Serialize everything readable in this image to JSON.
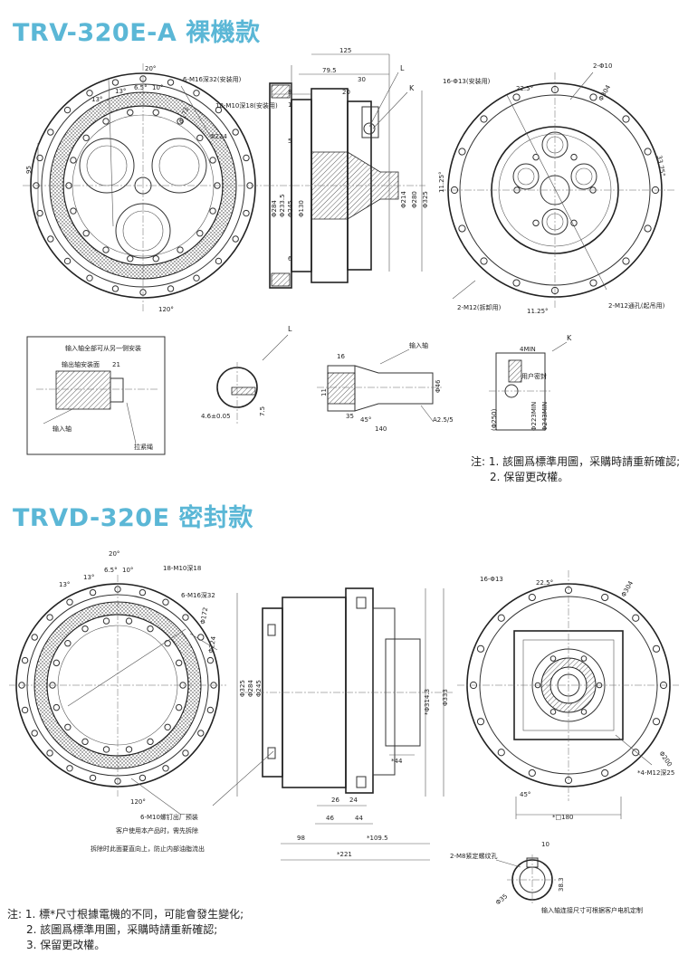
{
  "titles": {
    "section1": "TRV-320E-A 裸機款",
    "section2": "TRVD-320E 密封款"
  },
  "notes1": {
    "prefix": "注:",
    "items": [
      "1. 該圖爲標準用圖，采購時請重新確認;",
      "2. 保留更改權。"
    ]
  },
  "notes2": {
    "prefix": "注:",
    "items": [
      "1. 標*尺寸根據電機的不同，可能會發生變化;",
      "2. 該圖爲標準用圖，采購時請重新確認;",
      "3. 保留更改權。"
    ]
  },
  "labels1": {
    "ang20": "20°",
    "ang13a": "13°",
    "ang13b": "13°",
    "ang65": "6.5°",
    "ang10": "10°",
    "m16": "6-M16深32(安装用)",
    "m10": "18-M10深18(安装用)",
    "phi172": "Φ172",
    "phi224": "Φ224",
    "d95": "95",
    "ang120": "120°",
    "d125": "125",
    "d795": "79.5",
    "d30": "30",
    "d20": "20",
    "d8": "8",
    "d1": "1",
    "d5": "5",
    "d6": "6",
    "L": "L",
    "K": "K",
    "phi284": "Φ284",
    "phi2335": "Φ233.5",
    "phi245": "Φ245",
    "phi130": "Φ130",
    "phi214": "Φ214",
    "phi280": "Φ280",
    "phi325": "Φ325",
    "holes16": "16-Φ13(安装用)",
    "pin2": "2-Φ10",
    "ang225": "22.5°",
    "phi304": "Φ304",
    "ang3375": "33.75°",
    "d1125a": "11.25°",
    "d1125b": "11.25°",
    "m12a": "2-M12(拆卸用)",
    "m12b": "2-M12通孔(起吊用)",
    "box_in1": "输入轴全部可从另一侧安装",
    "box_in2": "输出轴安装面",
    "d21": "21",
    "box_in3": "输入轴",
    "box_in4": "拉紧绳",
    "L2": "L",
    "d46005": "4.6±0.05",
    "d75": "7.5",
    "in_shaft": "输入轴",
    "d16": "16",
    "d11": "11",
    "d35": "35",
    "ang45": "45°",
    "d140": "140",
    "phi46": "Φ46",
    "a25": "A2.5/5",
    "K2": "K",
    "d4min": "4MIN",
    "phi250": "(Φ250)",
    "phi223": "Φ223MIN",
    "phi243": "Φ243MIN",
    "seal": "用户密封"
  },
  "labels2": {
    "ang20": "20°",
    "ang13a": "13°",
    "ang13b": "13°",
    "ang65": "6.5°",
    "ang10": "10°",
    "m10": "18-M10深18",
    "m16": "6-M16深32",
    "phi172": "Φ172",
    "phi224": "Φ224",
    "ang120": "120°",
    "screws": "6-M10螺钉出厂预装",
    "cust1": "客户使用本产品时，需先拆除",
    "cust2": "拆除时此面要直向上，防止内部油脂流出",
    "phi325": "Φ325",
    "phi284": "Φ284",
    "phi245": "Φ245",
    "d3146": "*Φ314.3",
    "phi333": "Φ333",
    "d44": "*44",
    "d26": "26",
    "d24": "24",
    "d46": "46",
    "d44b": "44",
    "d98": "98",
    "d1095": "*109.5",
    "d221": "*221",
    "holes16": "16-Φ13",
    "ang225": "22.5°",
    "phi304": "Φ304",
    "phi200": "Φ200",
    "m12": "*4-M12深25",
    "ang45": "45°",
    "sq180": "*□180",
    "m8": "2-M8紧定螺纹孔",
    "d10": "10",
    "d383": "38.3",
    "phi35": "Φ35",
    "in_note": "输入轴连接尺寸可根据客户电机定制"
  }
}
